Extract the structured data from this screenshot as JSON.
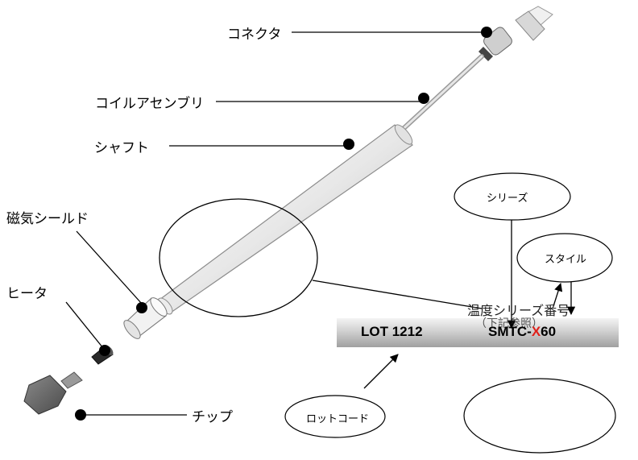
{
  "labels": {
    "connector": "コネクタ",
    "coil_assembly": "コイルアセンブリ",
    "shaft": "シャフト",
    "magnetic_shield": "磁気シールド",
    "heater": "ヒータ",
    "tip": "チップ"
  },
  "callouts": {
    "series": "シリーズ",
    "style": "スタイル",
    "lot_code": "ロットコード",
    "temp_series_number": "温度シリーズ番号",
    "see_below": "（下記参照）"
  },
  "marking_bar": {
    "lot": "LOT 1212",
    "part_prefix": "SMTC-",
    "part_style": "X",
    "part_suffix": "60"
  },
  "colors": {
    "style_letter": "#e0201a",
    "bar_gradient_top": "#f4f4f4",
    "bar_gradient_mid": "#a8a8a8",
    "tip_body": "#6e6e6e"
  }
}
